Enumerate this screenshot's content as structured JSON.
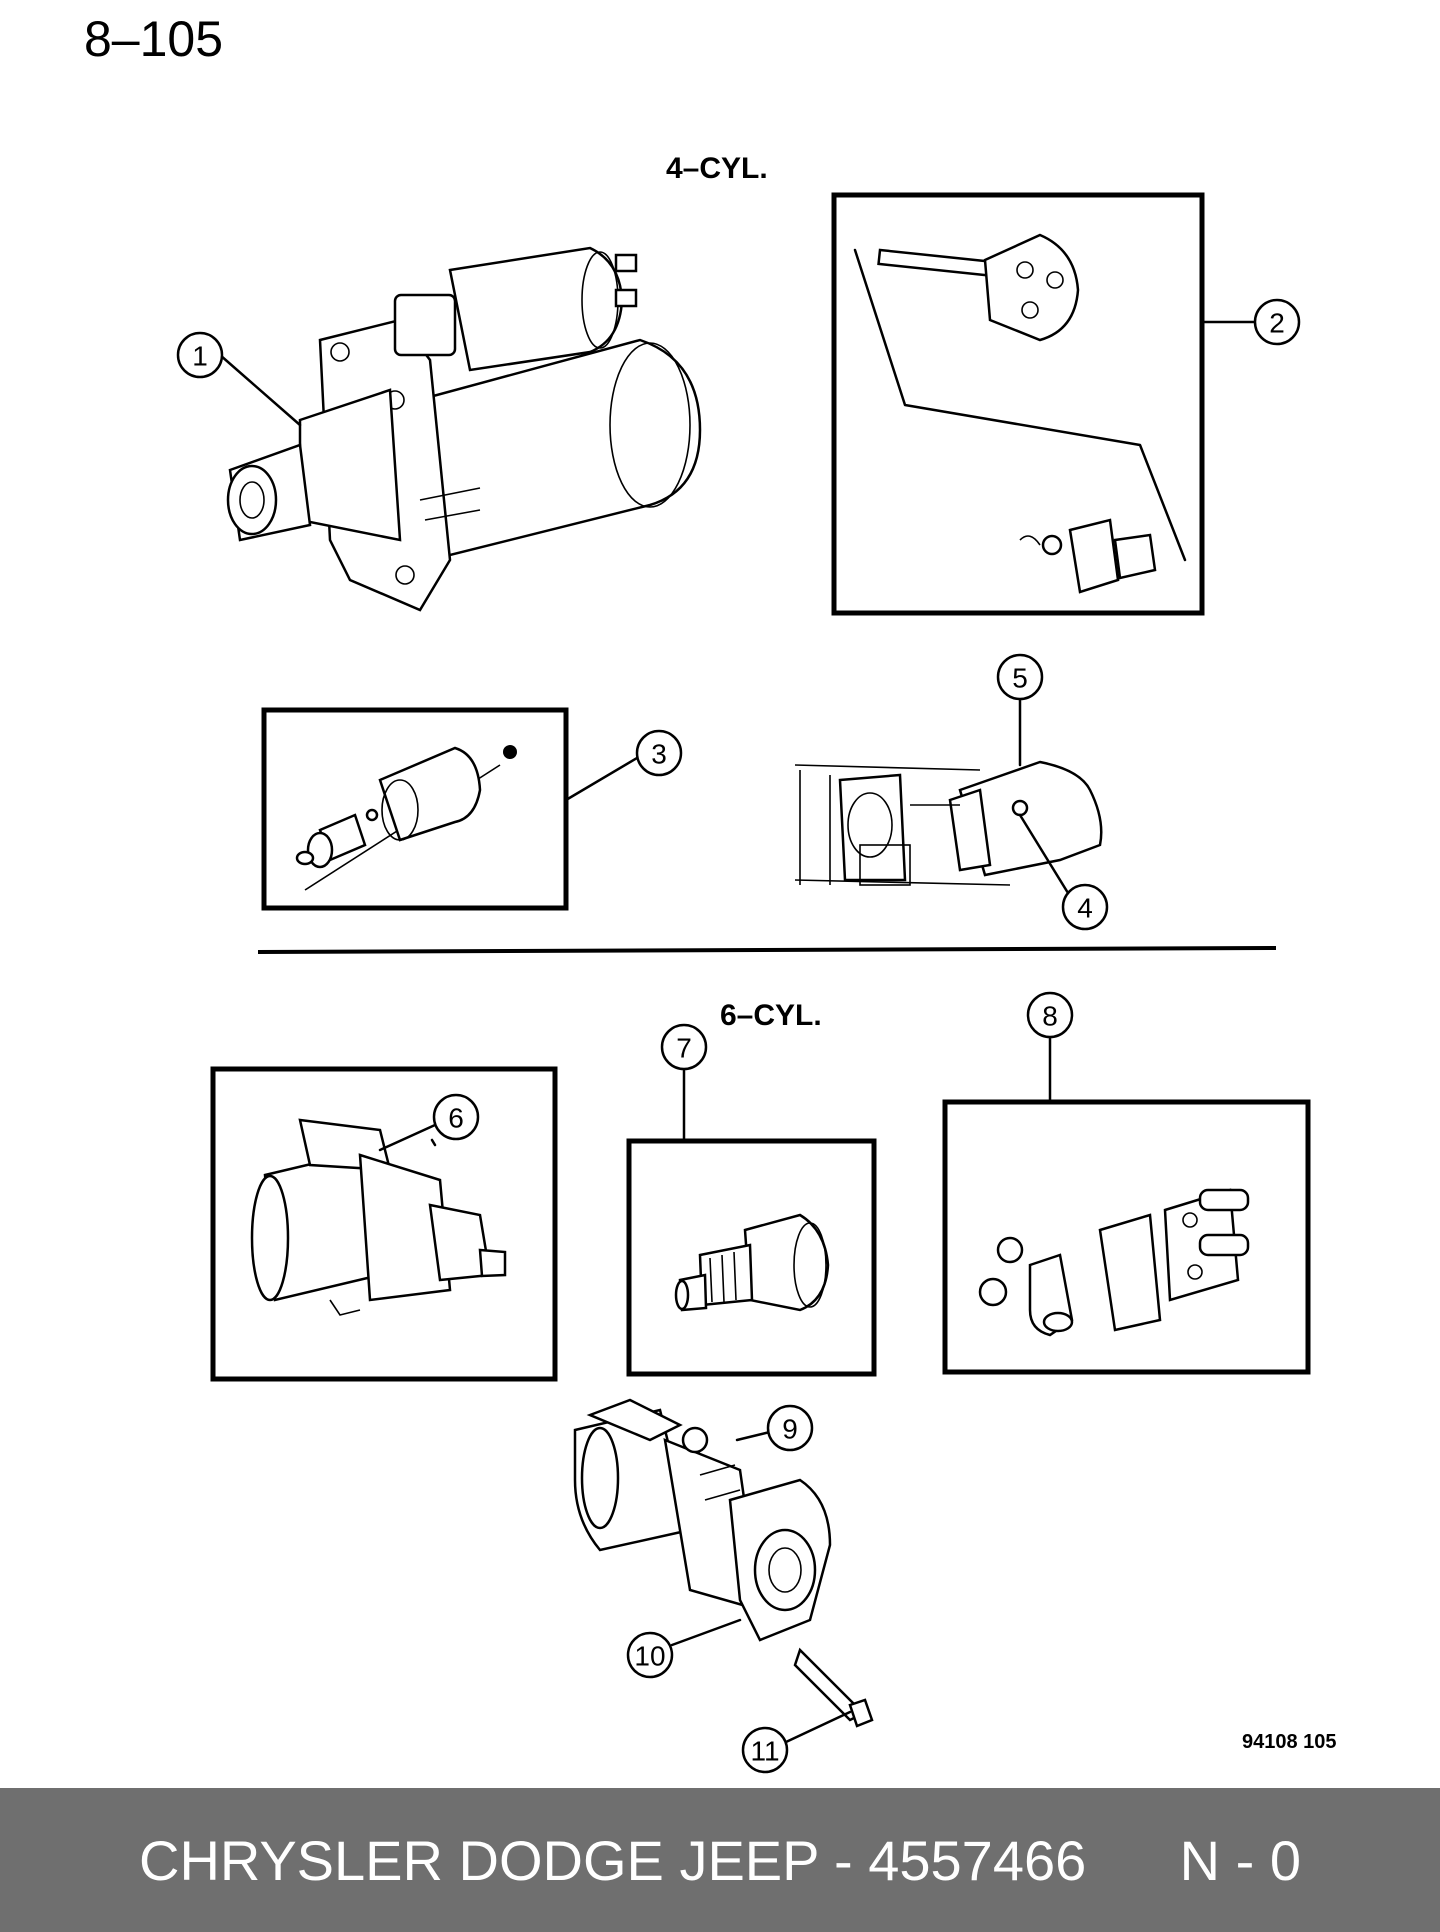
{
  "page": {
    "page_number": "8–105",
    "section_4cyl": "4–CYL.",
    "section_6cyl": "6–CYL.",
    "figure_code": "94108  105"
  },
  "callouts": [
    "1",
    "2",
    "3",
    "4",
    "5",
    "6",
    "7",
    "8",
    "9",
    "10",
    "11"
  ],
  "footer": {
    "brand": "CHRYSLER DODGE JEEP",
    "separator": " - ",
    "part_number": "4557466",
    "revision": "N - 0"
  }
}
